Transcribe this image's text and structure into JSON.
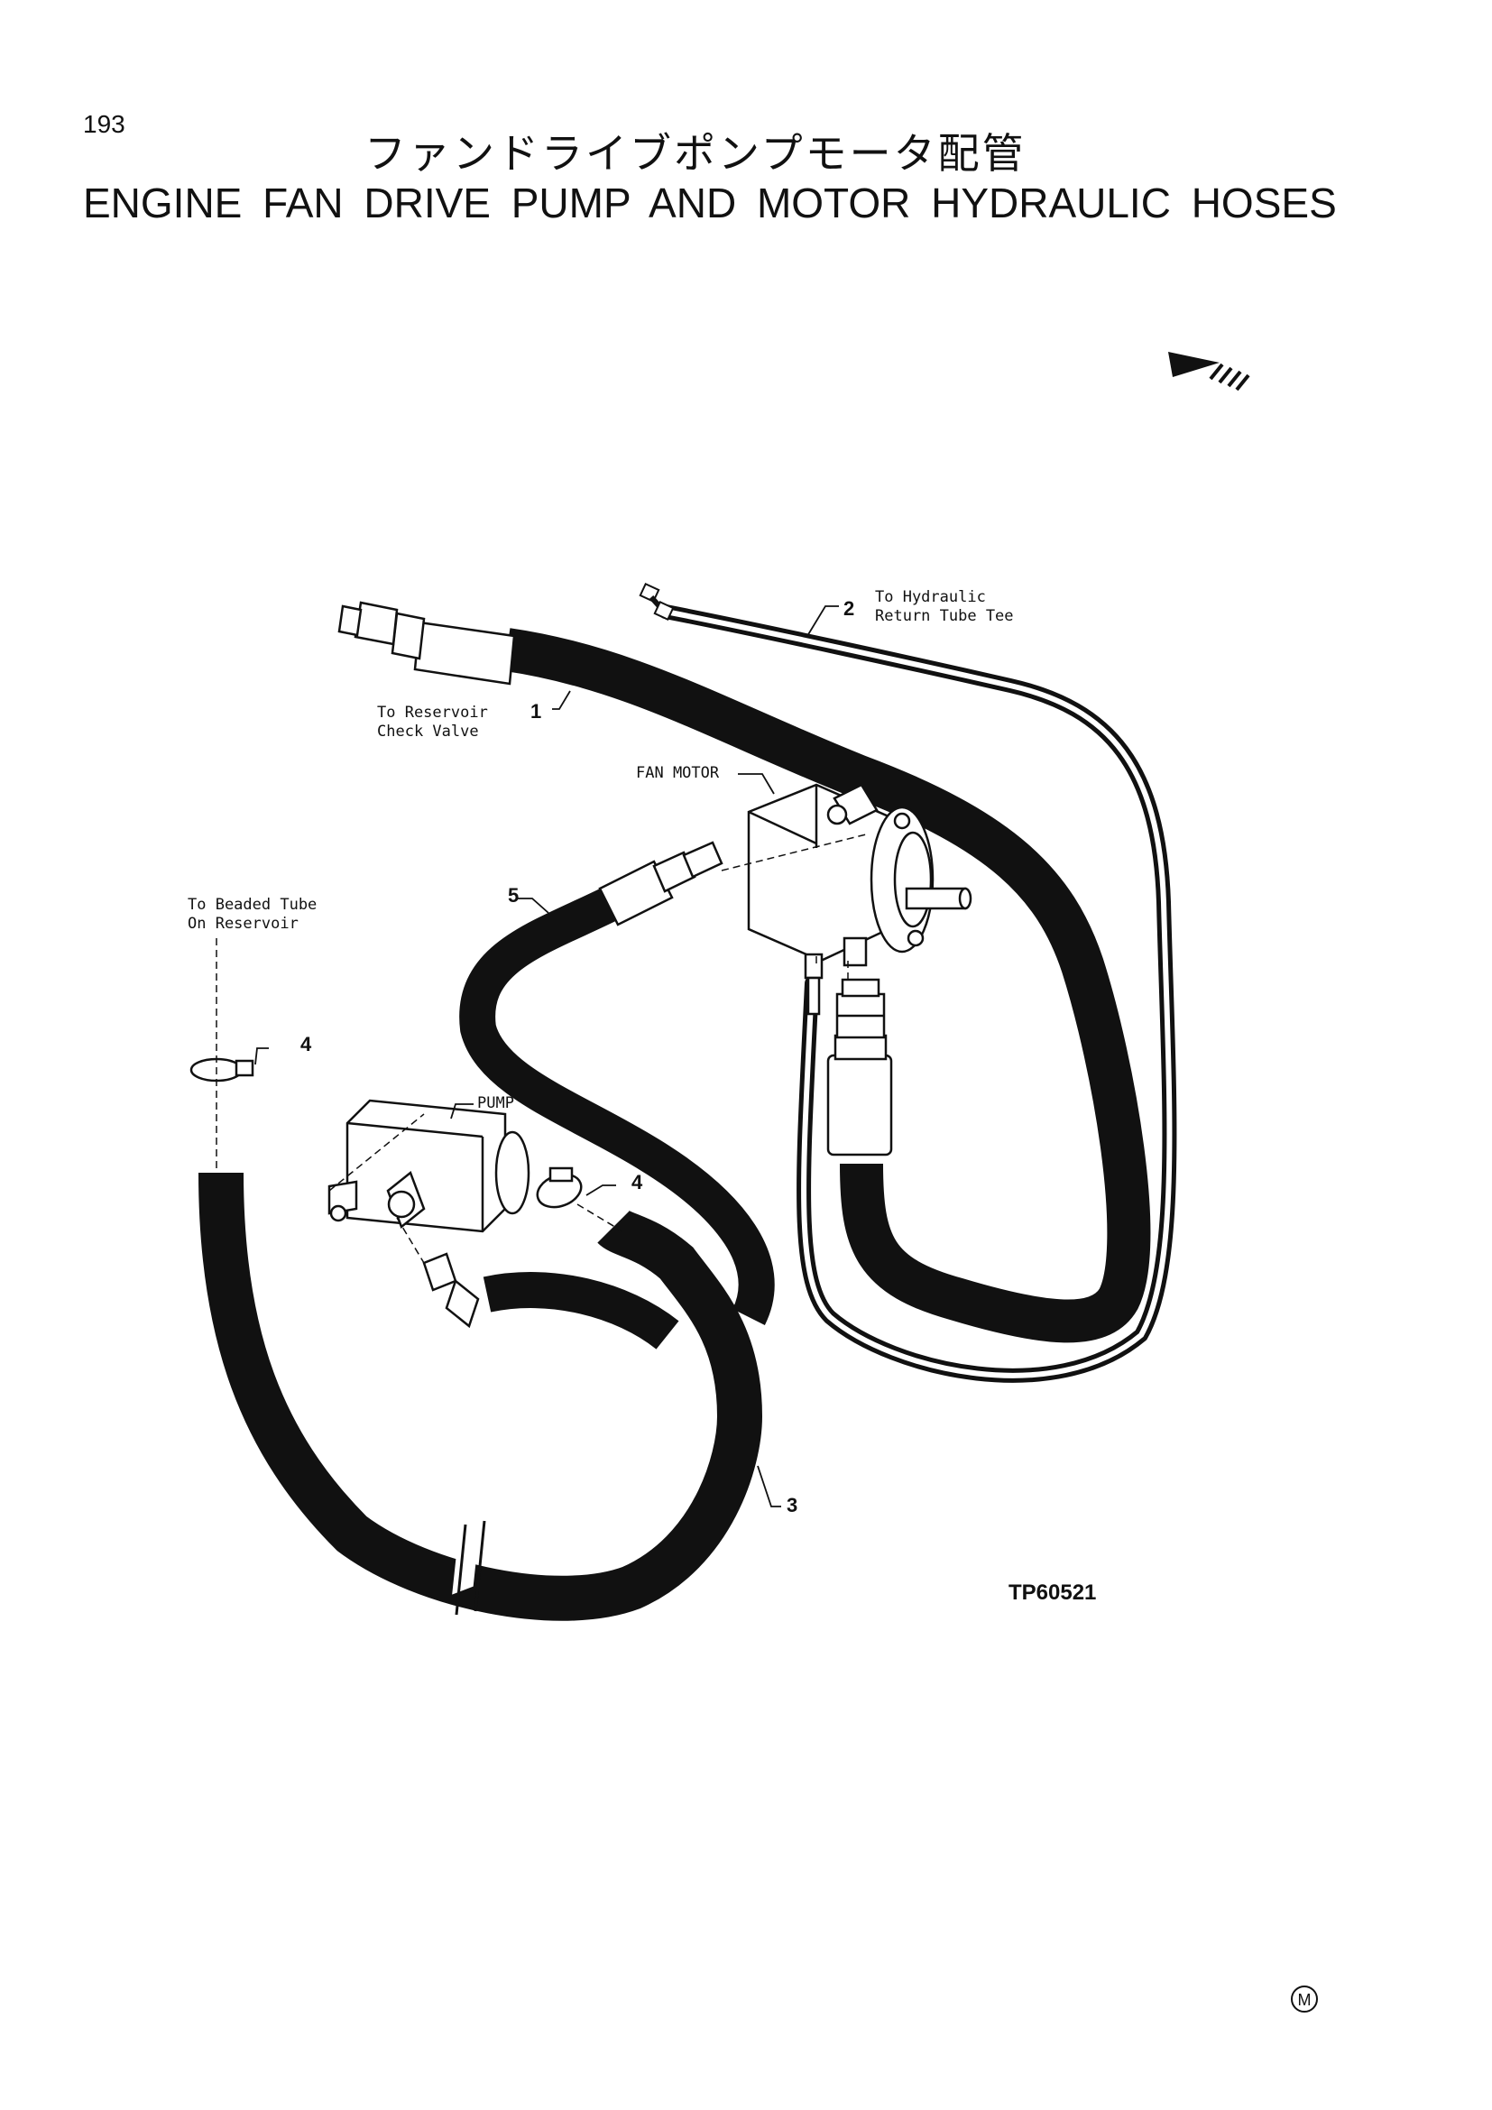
{
  "page_number": "193",
  "title_jp": "ファンドライブポンプモータ配管",
  "title_en": "ENGINE FAN DRIVE PUMP AND MOTOR HYDRAULIC HOSES",
  "labels": {
    "to_hydraulic_line1": "To Hydraulic",
    "to_hydraulic_line2": "Return Tube Tee",
    "to_reservoir_line1": "To Reservoir",
    "to_reservoir_line2": "Check Valve",
    "fan_motor": "FAN MOTOR",
    "pump": "PUMP",
    "beaded_line1": "To Beaded Tube",
    "beaded_line2": "On Reservoir"
  },
  "callouts": {
    "c1": "1",
    "c2": "2",
    "c3": "3",
    "c4a": "4",
    "c4b": "4",
    "c5": "5"
  },
  "figure_code": "TP60521",
  "mark": "M",
  "icons": [
    "front-direction-arrow-icon",
    "registered-mark-icon"
  ]
}
